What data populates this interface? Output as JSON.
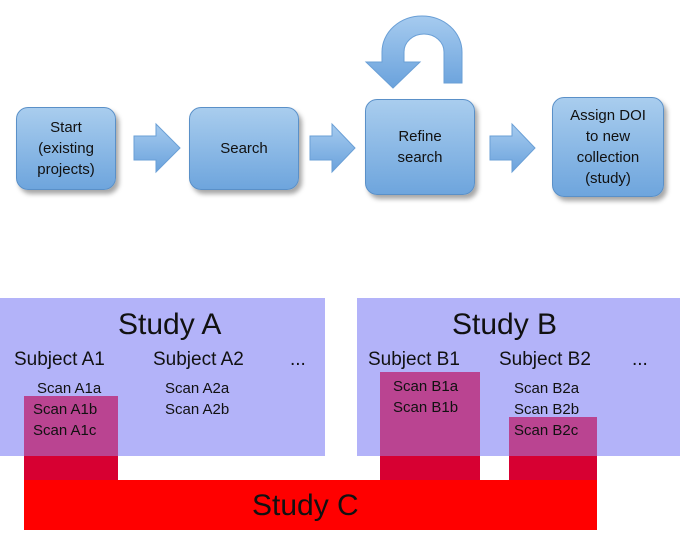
{
  "flow": {
    "steps": [
      {
        "id": "start",
        "label": "Start\n(existing\nprojects)"
      },
      {
        "id": "search",
        "label": "Search"
      },
      {
        "id": "refine",
        "label": "Refine\nsearch"
      },
      {
        "id": "assign",
        "label": "Assign DOI\nto new\ncollection\n(study)"
      }
    ]
  },
  "studies": {
    "a": {
      "title": "Study A",
      "subject_1": "Subject A1",
      "subject_2": "Subject A2",
      "more": "...",
      "scans_1": [
        "Scan A1a",
        "Scan A1b",
        "Scan A1c"
      ],
      "scans_2": [
        "Scan A2a",
        "Scan A2b"
      ]
    },
    "b": {
      "title": "Study B",
      "subject_1": "Subject B1",
      "subject_2": "Subject B2",
      "more": "...",
      "scans_1": [
        "Scan B1a",
        "Scan B1b"
      ],
      "scans_2": [
        "Scan B2a",
        "Scan B2b",
        "Scan B2c"
      ]
    },
    "c": {
      "title": "Study C"
    }
  },
  "colors": {
    "flow_box": "#8ab9e6",
    "arrow": "#7fb2e3",
    "study_bg": "#b3b3f9",
    "study_c": "#ff0000",
    "overlay": "#bf3a78"
  }
}
